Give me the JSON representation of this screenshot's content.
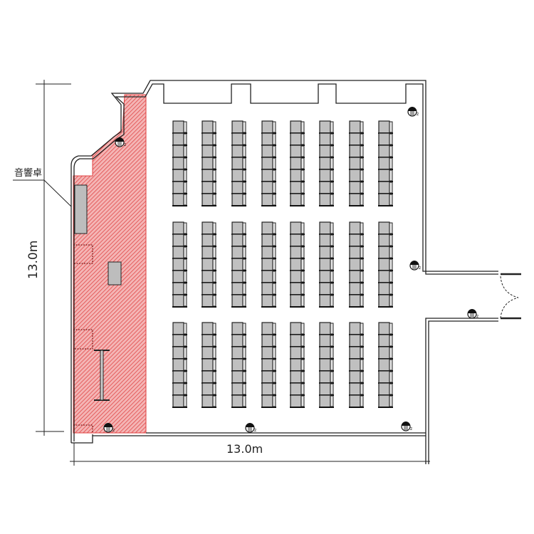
{
  "labels": {
    "sound_desk": "音響卓",
    "height_dim": "13.0m",
    "width_dim": "13.0m"
  },
  "seating": {
    "blocks": 3,
    "columns": 8,
    "rows_per_block": 7
  },
  "colors": {
    "restricted_area": "#e05050",
    "chair": "#c0c0c0",
    "wall": "#222222"
  }
}
